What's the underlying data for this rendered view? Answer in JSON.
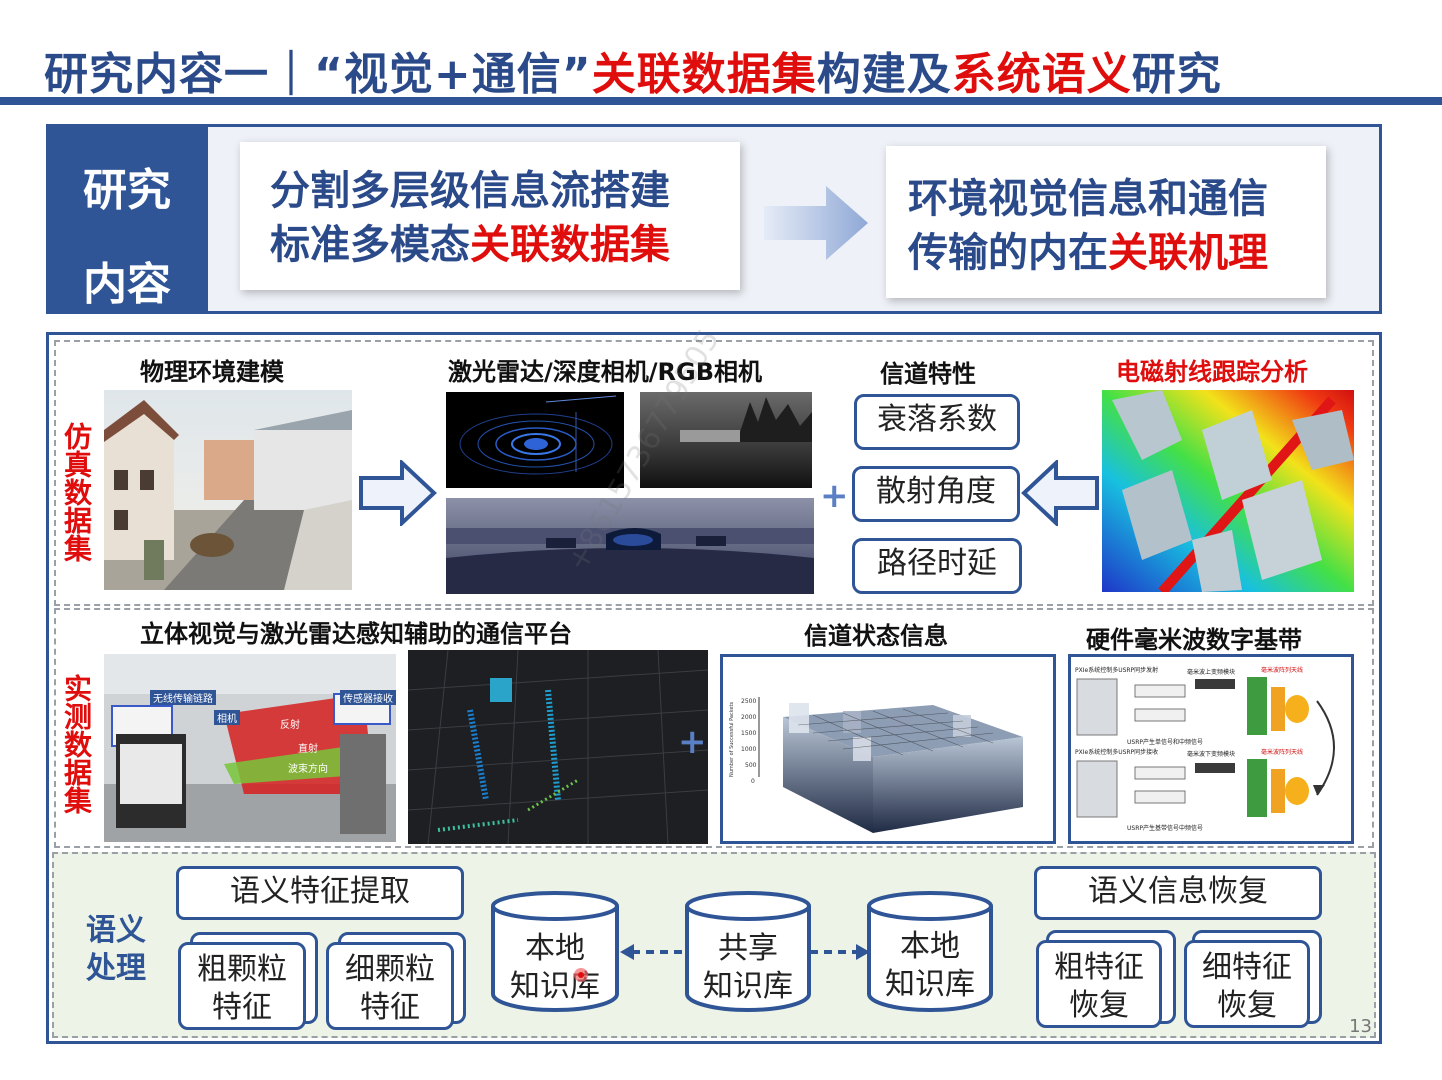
{
  "title": {
    "part1": "研究内容一｜“视觉+通信”",
    "part2": "关联数据集",
    "part3": "构建及",
    "part4": "系统语义",
    "part5": "研究"
  },
  "research": {
    "label_line1": "研究",
    "label_line2": "内容",
    "card1_line1": "分割多层级信息流搭建",
    "card1_line2_plain": "标准多模态",
    "card1_line2_red": "关联数据集",
    "card2_line1": "环境视觉信息和通信",
    "card2_line2_plain": "传输的内在",
    "card2_line2_red": "关联机理"
  },
  "simulation": {
    "label": "仿真数据集",
    "head_env": "物理环境建模",
    "head_sensors": "激光雷达/深度相机/RGB相机",
    "head_channel": "信道特性",
    "head_raytrace": "电磁射线跟踪分析",
    "channel_items": [
      "衰落系数",
      "散射角度",
      "路径时延"
    ]
  },
  "measured": {
    "label": "实测数据集",
    "head_platform": "立体视觉与激光雷达感知辅助的通信平台",
    "head_csi": "信道状态信息",
    "head_hw": "硬件毫米波数字基带",
    "photo_tags": [
      "无线传输链路",
      "相机",
      "反射",
      "直射",
      "波束方向",
      "传感器接收"
    ],
    "chart_ylabel": "Number of Successful Packets",
    "chart_yticks": [
      "2500",
      "2000",
      "1500",
      "1000",
      "500",
      "0"
    ],
    "hw_texts": [
      "PXIe系统控制多USRP同步发射",
      "毫米波上变频模块",
      "毫米波阵列天线",
      "USRP产生单信号和中频信号",
      "PXIe系统控制多USRP同步接收",
      "毫米波下变频模块",
      "毫米波阵列天线",
      "USRP产生基带信号中频信号"
    ]
  },
  "semantic": {
    "label_line1": "语义",
    "label_line2": "处理",
    "extract_title": "语义特征提取",
    "coarse_feat": [
      "粗颗粒",
      "特征"
    ],
    "fine_feat": [
      "细颗粒",
      "特征"
    ],
    "local_kb_left": [
      "本地",
      "知识库"
    ],
    "shared_kb": [
      "共享",
      "知识库"
    ],
    "local_kb_right": [
      "本地",
      "知识库"
    ],
    "recover_title": "语义信息恢复",
    "coarse_recover": [
      "粗特征",
      "恢复"
    ],
    "fine_recover": [
      "细特征",
      "恢复"
    ]
  },
  "watermark": "+8615736779505",
  "page_number": "13",
  "colors": {
    "navy": "#2f5597",
    "red": "#e00d0d",
    "green_bg": "#edf3e6"
  }
}
